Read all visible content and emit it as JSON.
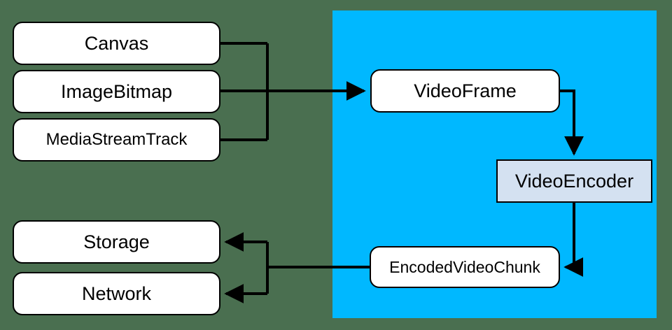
{
  "diagram": {
    "title": "WebCodecs video encoding pipeline",
    "type": "flow",
    "colors": {
      "page_background": "#4a6f50",
      "webcodecs_region": "#00b8ff",
      "node_fill": "#ffffff",
      "encoder_fill": "#d4e1f1",
      "stroke": "#000000"
    },
    "region": {
      "name": "webcodecs-region",
      "label": ""
    },
    "nodes": [
      {
        "id": "canvas",
        "label": "Canvas",
        "group": "sources",
        "shape": "rounded-rect",
        "fill": "#ffffff"
      },
      {
        "id": "image-bitmap",
        "label": "ImageBitmap",
        "group": "sources",
        "shape": "rounded-rect",
        "fill": "#ffffff"
      },
      {
        "id": "media-stream-track",
        "label": "MediaStreamTrack",
        "group": "sources",
        "shape": "rounded-rect",
        "fill": "#ffffff"
      },
      {
        "id": "video-frame",
        "label": "VideoFrame",
        "group": "webcodecs",
        "shape": "rounded-rect",
        "fill": "#ffffff"
      },
      {
        "id": "video-encoder",
        "label": "VideoEncoder",
        "group": "webcodecs",
        "shape": "rect",
        "fill": "#d4e1f1"
      },
      {
        "id": "encoded-video-chunk",
        "label": "EncodedVideoChunk",
        "group": "webcodecs",
        "shape": "rounded-rect",
        "fill": "#ffffff"
      },
      {
        "id": "storage",
        "label": "Storage",
        "group": "sinks",
        "shape": "rounded-rect",
        "fill": "#ffffff"
      },
      {
        "id": "network",
        "label": "Network",
        "group": "sinks",
        "shape": "rounded-rect",
        "fill": "#ffffff"
      }
    ],
    "edges": [
      {
        "from": "canvas",
        "to": "video-frame",
        "arrow": true
      },
      {
        "from": "image-bitmap",
        "to": "video-frame",
        "arrow": true
      },
      {
        "from": "media-stream-track",
        "to": "video-frame",
        "arrow": true
      },
      {
        "from": "video-frame",
        "to": "video-encoder",
        "arrow": true
      },
      {
        "from": "video-encoder",
        "to": "encoded-video-chunk",
        "arrow": true
      },
      {
        "from": "encoded-video-chunk",
        "to": "storage",
        "arrow": true
      },
      {
        "from": "encoded-video-chunk",
        "to": "network",
        "arrow": true
      }
    ]
  }
}
